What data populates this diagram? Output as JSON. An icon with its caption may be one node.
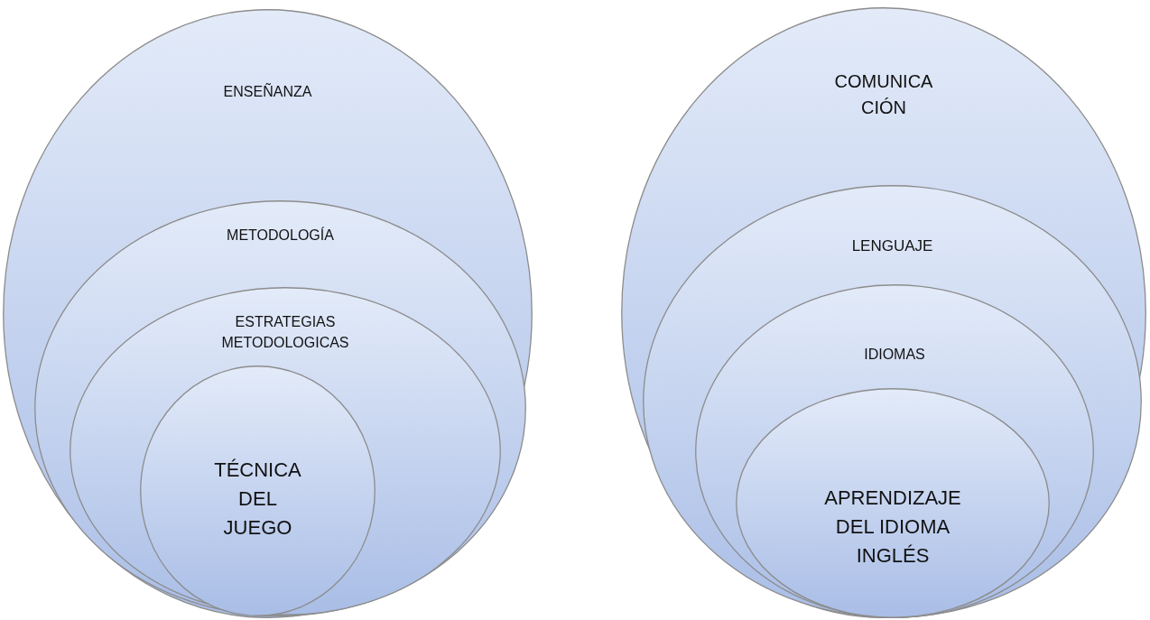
{
  "diagram": {
    "nodes": [
      {
        "text": [
          "ENSEÑANZA"
        ]
      },
      {
        "text": [
          "METODOLOGÍA"
        ],
        "in": 0
      },
      {
        "text": [
          "ESTRATEGIAS METODOLOGICAS"
        ],
        "in": 1
      },
      {
        "text": [
          "TÉCNICA DEL JUEGO"
        ],
        "in": 2
      },
      {
        "text": [
          "COMUNICA CIÓN"
        ]
      },
      {
        "text": [
          "LENGUAJE"
        ],
        "in": 4
      },
      {
        "text": [
          "IDIOMAS"
        ],
        "in": 5
      },
      {
        "text": [
          "APRENDIZAJE DEL IDIOMA INGLÉS"
        ],
        "in": 6
      }
    ]
  }
}
